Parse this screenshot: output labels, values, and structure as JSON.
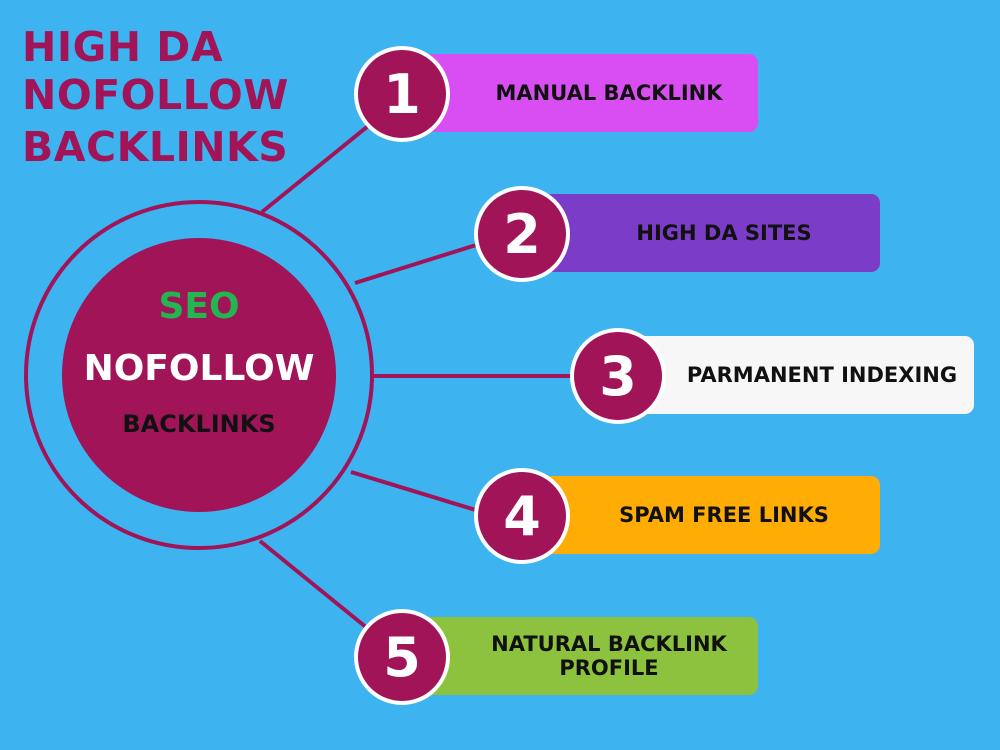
{
  "title": {
    "line1": "HIGH DA",
    "line2": "NOFOLLOW",
    "line3": "BACKLINKS"
  },
  "center": {
    "line1": "SEO",
    "line2": "NOFOLLOW",
    "line3": "BACKLINKS"
  },
  "items": [
    {
      "number": "1",
      "label": "MANUAL BACKLINK",
      "color": "#d84ef2"
    },
    {
      "number": "2",
      "label": "HIGH DA SITES",
      "color": "#7b3cc7"
    },
    {
      "number": "3",
      "label": "PARMANENT INDEXING",
      "color": "#f7f7f7"
    },
    {
      "number": "4",
      "label": "SPAM FREE LINKS",
      "color": "#ffac05"
    },
    {
      "number": "5",
      "label": "NATURAL BACKLINK PROFILE",
      "color": "#8cc23e"
    }
  ],
  "colors": {
    "background": "#3db3f0",
    "accent": "#a21458",
    "seo_green": "#23b550"
  }
}
